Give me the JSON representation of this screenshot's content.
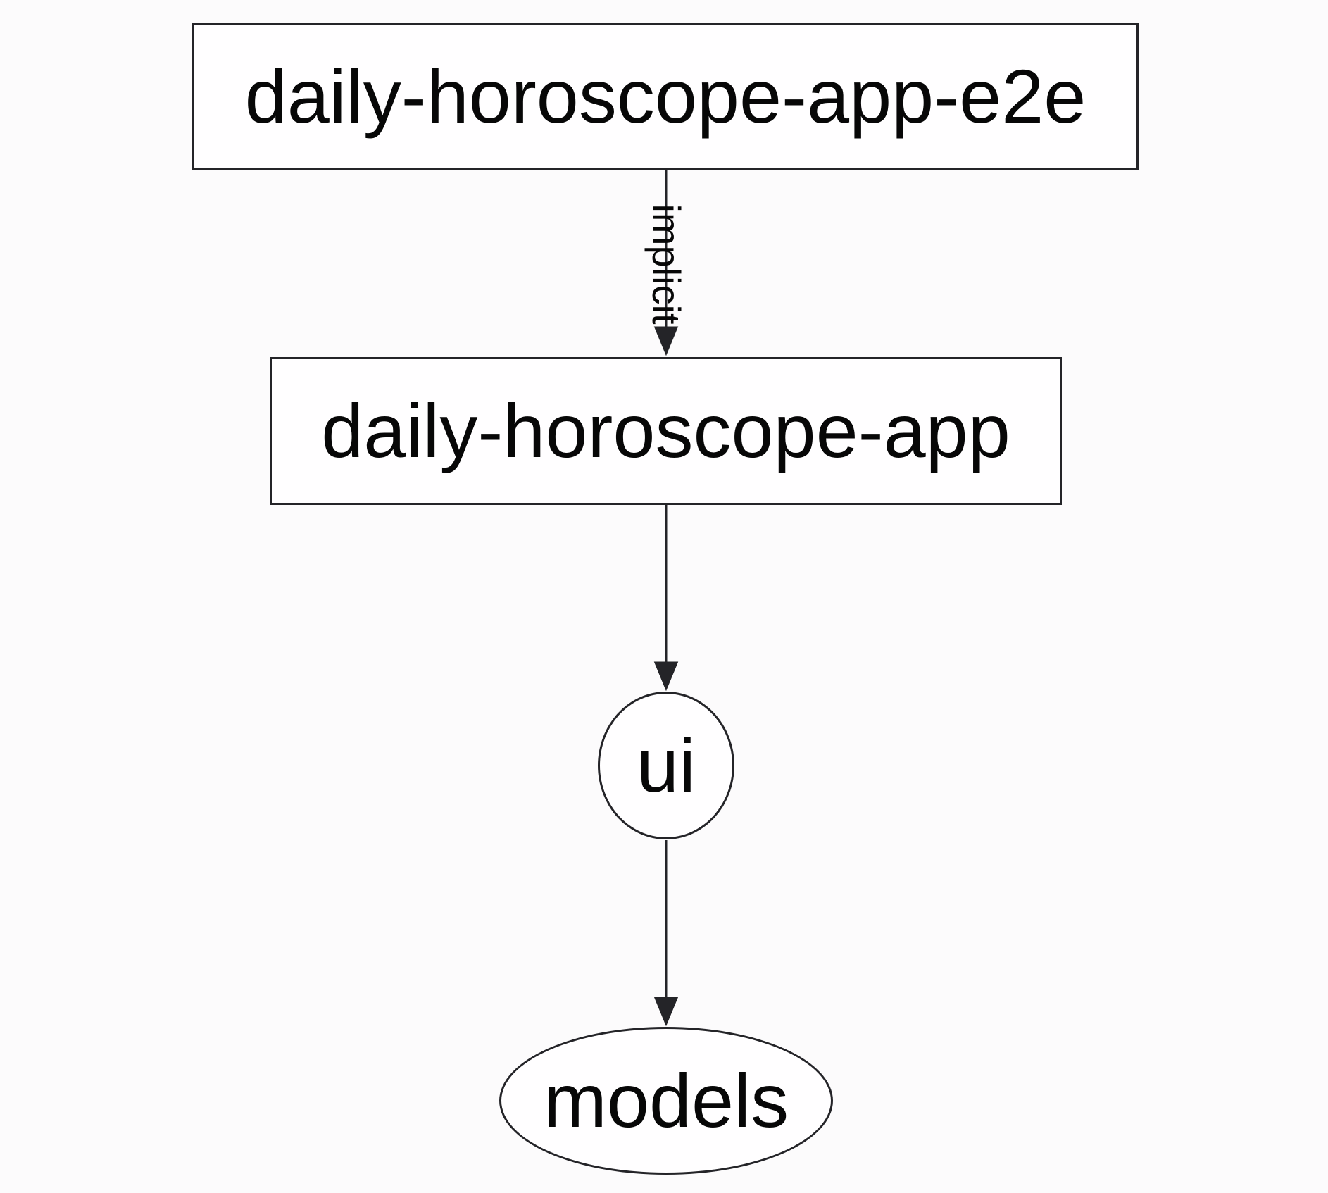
{
  "diagram": {
    "type": "dependency-graph",
    "colors": {
      "background": "#fcfbfc",
      "node_fill": "#fffeff",
      "stroke": "#242428",
      "text": "#070707"
    },
    "nodes": [
      {
        "id": "daily-horoscope-app-e2e",
        "label": "daily-horoscope-app-e2e",
        "shape": "rectangle"
      },
      {
        "id": "daily-horoscope-app",
        "label": "daily-horoscope-app",
        "shape": "rectangle"
      },
      {
        "id": "ui",
        "label": "ui",
        "shape": "ellipse"
      },
      {
        "id": "models",
        "label": "models",
        "shape": "ellipse"
      }
    ],
    "edges": [
      {
        "from": "daily-horoscope-app-e2e",
        "to": "daily-horoscope-app",
        "label": "implicit",
        "direction": "down"
      },
      {
        "from": "daily-horoscope-app",
        "to": "ui",
        "label": "",
        "direction": "down"
      },
      {
        "from": "ui",
        "to": "models",
        "label": "",
        "direction": "down"
      }
    ]
  }
}
